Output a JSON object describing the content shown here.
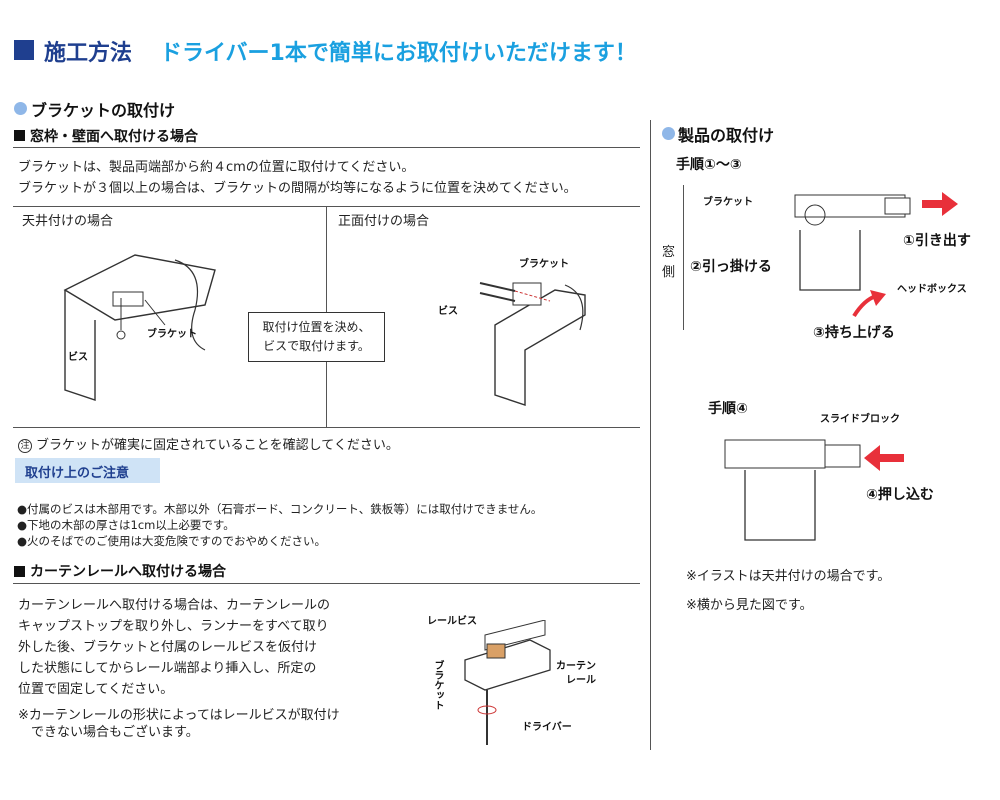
{
  "header": {
    "title": "施工方法",
    "subtitle": "ドライバー1本で簡単にお取付けいただけます！",
    "accent": "#1f3f8f",
    "accent_light": "#1aa0e0"
  },
  "bracket": {
    "section_title": "ブラケットの取付け",
    "wall_heading": "窓枠・壁面へ取付ける場合",
    "intro": [
      "ブラケットは、製品両端部から約４cmの位置に取付けてください。",
      "ブラケットが３個以上の場合は、ブラケットの間隔が均等になるように位置を決めてください。"
    ],
    "ceiling_label": "天井付けの場合",
    "front_label": "正面付けの場合",
    "fig_labels": {
      "bracket": "ブラケット",
      "screw": "ビス"
    },
    "callout": [
      "取付け位置を決め、",
      "ビスで取付けます。"
    ],
    "note_mark": "注",
    "note": "ブラケットが確実に固定されていることを確認してください。",
    "caution_title": "取付け上のご注意",
    "cautions": [
      "●付属のビスは木部用です。木部以外（石膏ボード、コンクリート、鉄板等）には取付けできません。",
      "●下地の木部の厚さは1cm以上必要です。",
      "●火のそばでのご使用は大変危険ですのでおやめください。"
    ]
  },
  "rail": {
    "heading": "カーテンレールへ取付ける場合",
    "body": [
      "カーテンレールへ取付ける場合は、カーテンレールの",
      "キャップストップを取り外し、ランナーをすべて取り",
      "外した後、ブラケットと付属のレールビスを仮付け",
      "した状態にしてからレール端部より挿入し、所定の",
      "位置で固定してください。"
    ],
    "note": [
      "※カーテンレールの形状によってはレールビスが取付け",
      "　できない場合もございます。"
    ],
    "fig_labels": {
      "rail_screw": "レールビス",
      "curtain_rail_1": "カーテン",
      "curtain_rail_2": "レール",
      "bracket": "ブラケット",
      "driver": "ドライバー"
    }
  },
  "product": {
    "section_title": "製品の取付け",
    "steps_1_3": "手順①～③",
    "window_side": [
      "窓",
      "側"
    ],
    "bracket_label": "ブラケット",
    "step1": "①引き出す",
    "step2": "②引っ掛ける",
    "headbox": "ヘッドボックス",
    "step3": "③持ち上げる",
    "steps_4": "手順④",
    "slide_block": "スライドブロック",
    "step4": "④押し込む",
    "notes": [
      "※イラストは天井付けの場合です。",
      "※横から見た図です。"
    ],
    "arrow_color": "#e8303a"
  }
}
